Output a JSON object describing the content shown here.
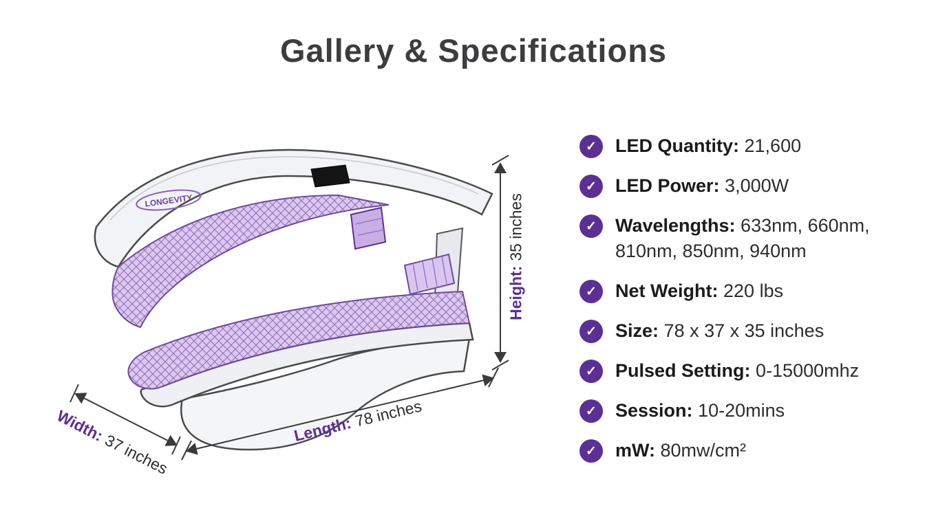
{
  "title": "Gallery & Specifications",
  "colors": {
    "purple": "#5b2f96",
    "text": "#2d2d2f"
  },
  "icons": {
    "check": "✓"
  },
  "device": {
    "logo": "LONGEVITY"
  },
  "specs": {
    "items": [
      {
        "label": "LED Quantity:",
        "value": "21,600"
      },
      {
        "label": "LED Power:",
        "value": "3,000W"
      },
      {
        "label": "Wavelengths:",
        "value": "633nm, 660nm, 810nm, 850nm, 940nm"
      },
      {
        "label": "Net Weight:",
        "value": "220 lbs"
      },
      {
        "label": "Size:",
        "value": "78 x 37 x 35 inches"
      },
      {
        "label": "Pulsed Setting:",
        "value": "0-15000mhz"
      },
      {
        "label": "Session:",
        "value": "10-20mins"
      },
      {
        "label": "mW:",
        "value": "80mw/cm²"
      }
    ]
  },
  "dimensions": {
    "height": {
      "label": "Height:",
      "value": "35 inches"
    },
    "length": {
      "label": "Length:",
      "value": "78 inches"
    },
    "width": {
      "label": "Width:",
      "value": "37 inches"
    }
  }
}
